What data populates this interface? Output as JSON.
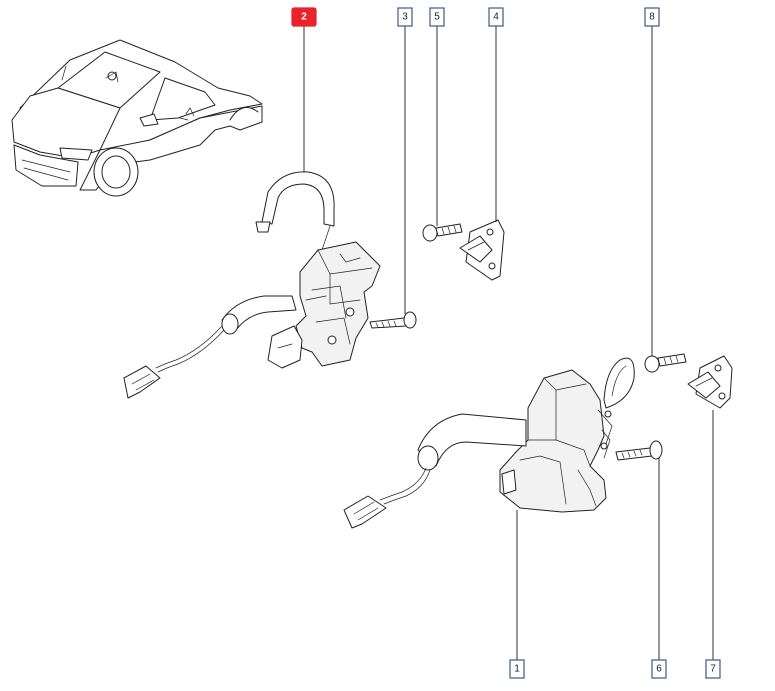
{
  "diagram": {
    "callouts": [
      {
        "id": "2",
        "label": "2",
        "active": true
      },
      {
        "id": "3",
        "label": "3",
        "active": false
      },
      {
        "id": "5",
        "label": "5",
        "active": false
      },
      {
        "id": "4",
        "label": "4",
        "active": false
      },
      {
        "id": "8",
        "label": "8",
        "active": false
      },
      {
        "id": "1",
        "label": "1",
        "active": false
      },
      {
        "id": "6",
        "label": "6",
        "active": false
      },
      {
        "id": "7",
        "label": "7",
        "active": false
      }
    ],
    "colors": {
      "active_callout": "#e8232b",
      "callout_border": "#3a5a8a",
      "line": "#222222"
    }
  }
}
